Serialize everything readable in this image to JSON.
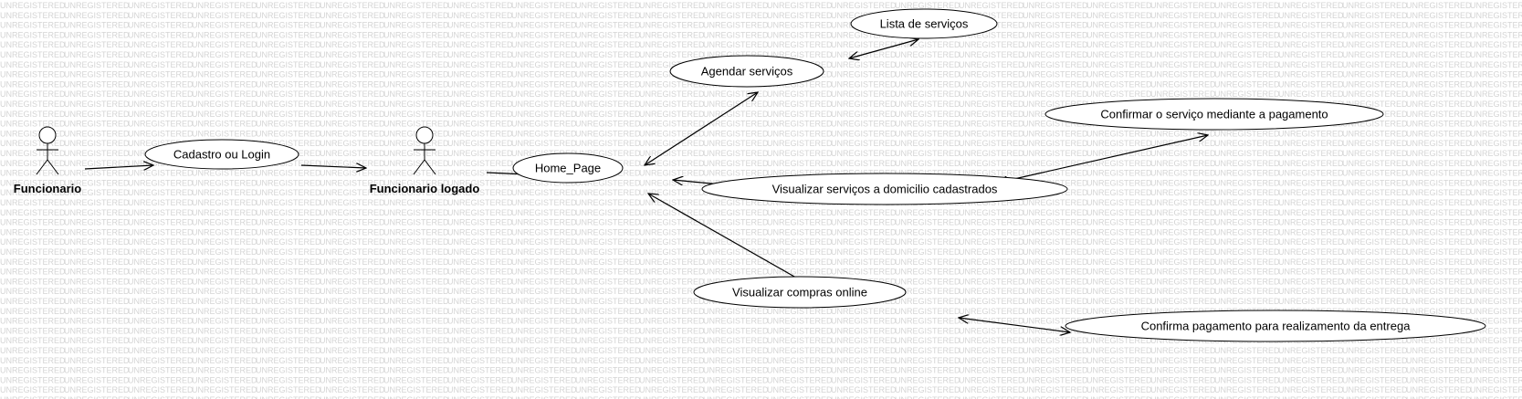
{
  "watermark": {
    "text": "UNREGISTERED"
  },
  "actors": [
    {
      "id": "funcionario",
      "label": "Funcionario"
    },
    {
      "id": "funcionario-logado",
      "label": "Funcionario logado"
    }
  ],
  "use_cases": [
    {
      "id": "cadastro-login",
      "label": "Cadastro ou Login"
    },
    {
      "id": "home-page",
      "label": "Home_Page"
    },
    {
      "id": "lista-servicos",
      "label": "Lista de serviços"
    },
    {
      "id": "agendar-servicos",
      "label": "Agendar serviços"
    },
    {
      "id": "confirmar-servico",
      "label": "Confirmar o serviço mediante a pagamento"
    },
    {
      "id": "visualizar-servicos-domicilio",
      "label": "Visualizar serviços a domicilio cadastrados"
    },
    {
      "id": "visualizar-compras",
      "label": "Visualizar compras online"
    },
    {
      "id": "confirma-pagamento",
      "label": "Confirma pagamento para realizamento da entrega"
    }
  ],
  "associations": [
    {
      "from": "funcionario",
      "to": "cadastro-login",
      "arrows": "end"
    },
    {
      "from": "cadastro-login",
      "to": "funcionario-logado",
      "arrows": "end"
    },
    {
      "from": "funcionario-logado",
      "to": "home-page",
      "arrows": "end"
    },
    {
      "from": "home-page",
      "to": "agendar-servicos",
      "arrows": "both"
    },
    {
      "from": "agendar-servicos",
      "to": "lista-servicos",
      "arrows": "both"
    },
    {
      "from": "home-page",
      "to": "visualizar-servicos-domicilio",
      "arrows": "both"
    },
    {
      "from": "visualizar-servicos-domicilio",
      "to": "confirmar-servico",
      "arrows": "both"
    },
    {
      "from": "home-page",
      "to": "visualizar-compras",
      "arrows": "both"
    },
    {
      "from": "visualizar-compras",
      "to": "confirma-pagamento",
      "arrows": "both"
    }
  ]
}
